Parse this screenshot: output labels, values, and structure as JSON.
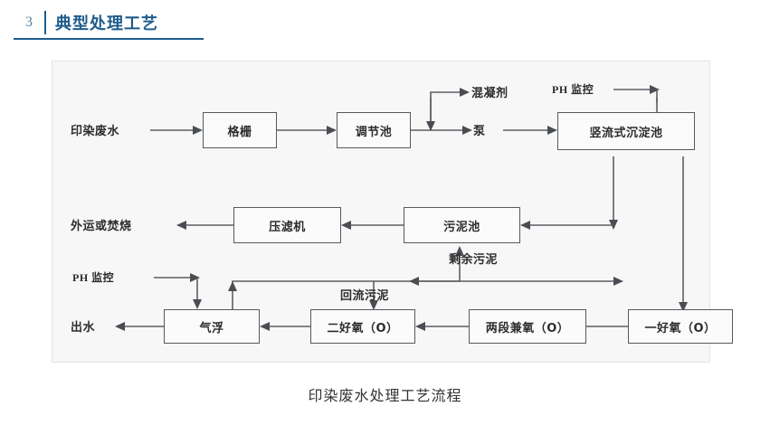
{
  "header": {
    "number": "3",
    "title": "典型处理工艺",
    "accent_color": "#1f5c8b"
  },
  "figure": {
    "caption": "印染废水处理工艺流程",
    "background_color": "#f7f7f7",
    "border_color": "#e2e2e2",
    "line_color": "#5b5f64",
    "box_border_color": "#555a60"
  },
  "diagram": {
    "type": "flowchart",
    "nodes": [
      {
        "id": "inlet",
        "label": "印染废水",
        "kind": "label"
      },
      {
        "id": "grating",
        "label": "格栅",
        "kind": "box"
      },
      {
        "id": "regulating",
        "label": "调节池",
        "kind": "box"
      },
      {
        "id": "coagulant",
        "label": "混凝剂",
        "kind": "label"
      },
      {
        "id": "pump",
        "label": "泵",
        "kind": "label"
      },
      {
        "id": "ph-top",
        "label": "PH 监控",
        "kind": "label"
      },
      {
        "id": "settler",
        "label": "竖流式沉淀池",
        "kind": "box"
      },
      {
        "id": "haul-burn",
        "label": "外运或焚烧",
        "kind": "label"
      },
      {
        "id": "filter-press",
        "label": "压滤机",
        "kind": "box"
      },
      {
        "id": "sludge-tank",
        "label": "污泥池",
        "kind": "box"
      },
      {
        "id": "excess-sludge",
        "label": "剩余污泥",
        "kind": "label"
      },
      {
        "id": "ph-bottom",
        "label": "PH 监控",
        "kind": "label"
      },
      {
        "id": "return-sludge",
        "label": "回流污泥",
        "kind": "label"
      },
      {
        "id": "effluent",
        "label": "出水",
        "kind": "label"
      },
      {
        "id": "flotation",
        "label": "气浮",
        "kind": "box"
      },
      {
        "id": "aerobic-2",
        "label": "二好氧（O）",
        "kind": "box"
      },
      {
        "id": "anoxic-2stage",
        "label": "两段兼氧（O）",
        "kind": "box"
      },
      {
        "id": "aerobic-1",
        "label": "一好氧（O）",
        "kind": "box"
      }
    ],
    "edges": [
      {
        "from": "inlet",
        "to": "grating"
      },
      {
        "from": "grating",
        "to": "regulating"
      },
      {
        "from": "regulating",
        "to": "pump"
      },
      {
        "from": "coagulant",
        "to": "pump"
      },
      {
        "from": "pump",
        "to": "settler"
      },
      {
        "from": "ph-top",
        "to": "settler"
      },
      {
        "from": "settler",
        "to": "sludge-tank"
      },
      {
        "from": "settler",
        "to": "aerobic-1"
      },
      {
        "from": "sludge-tank",
        "to": "filter-press"
      },
      {
        "from": "filter-press",
        "to": "haul-burn"
      },
      {
        "from": "aerobic-1",
        "to": "anoxic-2stage"
      },
      {
        "from": "anoxic-2stage",
        "to": "aerobic-2"
      },
      {
        "from": "aerobic-2",
        "to": "flotation"
      },
      {
        "from": "flotation",
        "to": "effluent"
      },
      {
        "from": "ph-bottom",
        "to": "flotation"
      },
      {
        "from": "flotation",
        "to": "return-sludge"
      },
      {
        "from": "return-sludge",
        "to": "aerobic-2"
      },
      {
        "from": "return-sludge",
        "to": "anoxic-2stage"
      },
      {
        "from": "return-sludge",
        "to": "excess-sludge"
      },
      {
        "from": "excess-sludge",
        "to": "sludge-tank"
      }
    ]
  }
}
